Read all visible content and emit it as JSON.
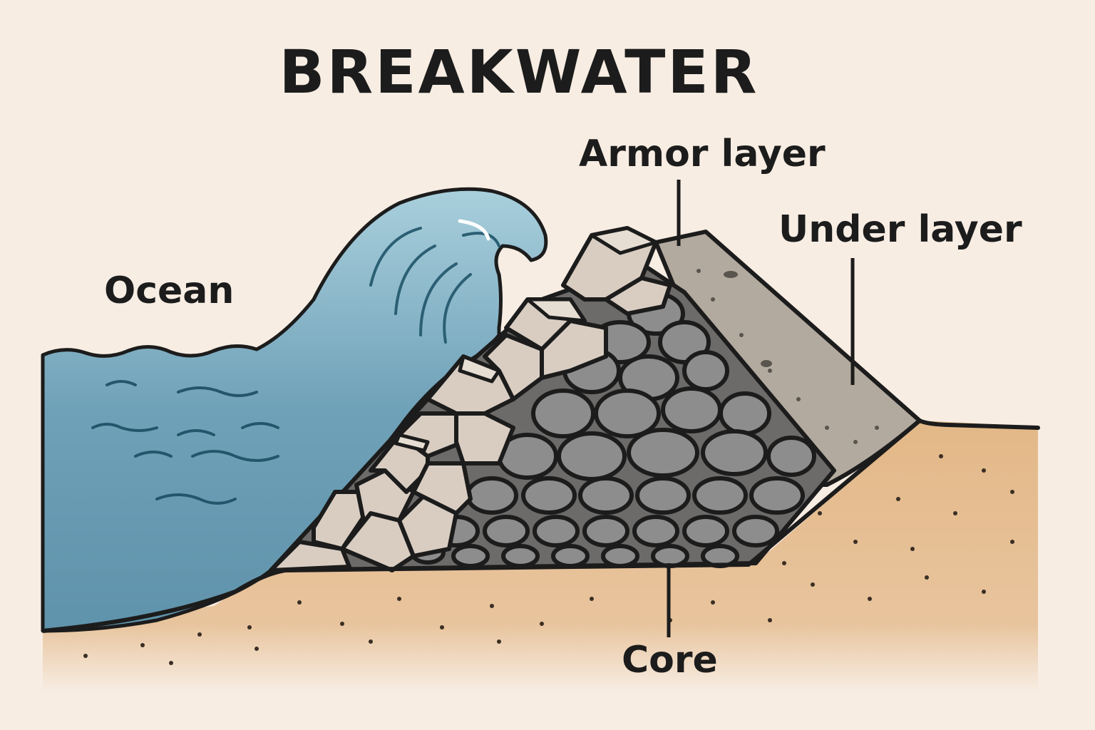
{
  "title": "BREAKWATER",
  "labels": {
    "ocean": "Ocean",
    "armor_layer": "Armor layer",
    "under_layer": "Under layer",
    "core": "Core"
  },
  "colors": {
    "background": "#f7ede3",
    "water": "#6fa1b8",
    "sand": "#e3b888",
    "armor_stone": "#d9cdc2",
    "under_layer": "#b3aa9f",
    "core_stone": "#8d8d8d",
    "outline": "#1c1c1c"
  }
}
